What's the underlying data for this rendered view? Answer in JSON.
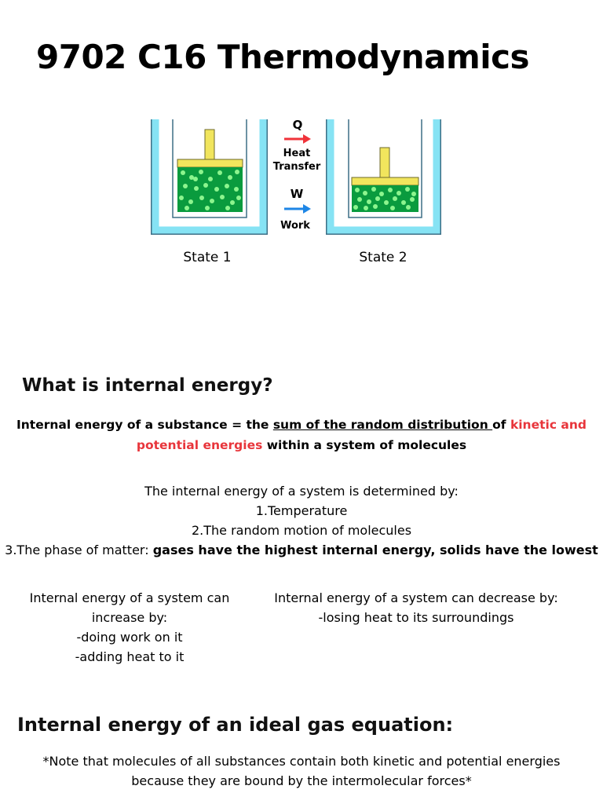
{
  "title": "9702 C16 Thermodynamics",
  "diagram": {
    "q_label": "Q",
    "heat_label_line1": "Heat",
    "heat_label_line2": "Transfer",
    "w_label": "W",
    "work_label": "Work",
    "state1_label": "State 1",
    "state2_label": "State 2",
    "colors": {
      "container": "#86e3f4",
      "piston": "#f1e55d",
      "gas": "#0a9b3e",
      "particle": "#8cf58e",
      "heat_arrow": "#f0333a",
      "work_arrow": "#1e86e6"
    }
  },
  "section1": {
    "heading": "What is internal energy?",
    "def_part1": "Internal energy of a substance = the ",
    "def_underlined": "sum of the random distribution ",
    "def_part2": "of ",
    "def_red1": "kinetic and",
    "def_red2": "potential energies",
    "def_part3": " within a system of molecules",
    "determined_intro": "The internal energy of a system is determined by:",
    "item1": "1.Temperature",
    "item2": "2.The random motion of molecules",
    "item3_prefix": "3.The phase of matter: ",
    "item3_bold": "gases have the highest internal energy, solids have the lowest",
    "increase_line1": "Internal energy of a system can",
    "increase_line2": "increase by:",
    "increase_item1": "-doing work on it",
    "increase_item2": "-adding heat to it",
    "decrease_line1": "Internal energy of a system can decrease by:",
    "decrease_item1": "-losing heat to its surroundings"
  },
  "section2": {
    "heading": "Internal energy of an ideal gas equation:",
    "note_line1": "*Note that molecules of all substances contain both kinetic and potential energies",
    "note_line2": "because they are bound by the intermolecular forces*"
  }
}
